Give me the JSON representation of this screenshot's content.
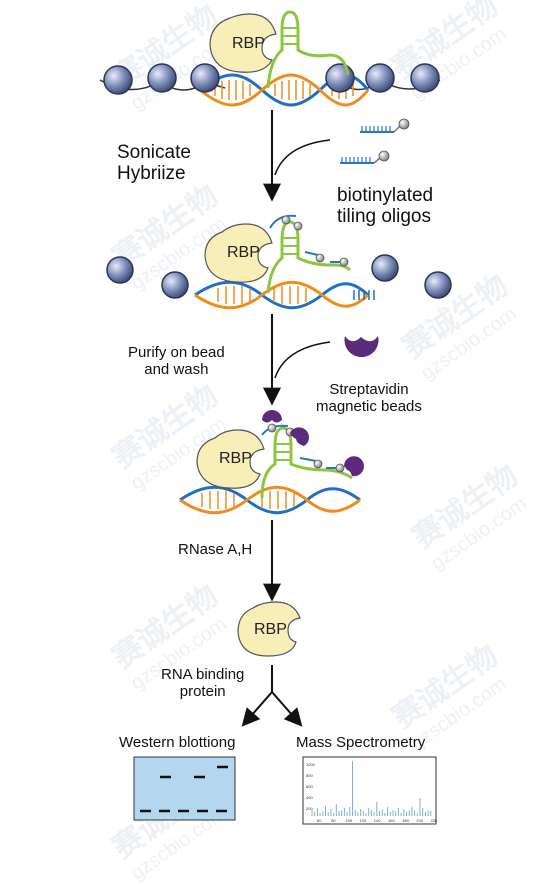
{
  "colors": {
    "rbp_fill": "#f7eeb8",
    "rna_green": "#8cc63f",
    "dna_blue": "#1f6fc4",
    "dna_orange": "#f08c1e",
    "nucleosome": "#5c6ea0",
    "bead_purple": "#5b2b7c",
    "oligo_blue": "#2a76c6",
    "blot_panel": "#b5d6ef",
    "spectrum_bars": "#7fb0dc"
  },
  "stage1": {
    "rbp_label": "RBP"
  },
  "step1": {
    "line1": "Sonicate",
    "line2": "Hybriize"
  },
  "oligos": {
    "line1": "biotinylated",
    "line2": "tiling oligos"
  },
  "stage2": {
    "rbp_label": "RBP"
  },
  "step2": {
    "line1": "Purify on bead",
    "line2": "and wash"
  },
  "beads": {
    "line1": "Streptavidin",
    "line2": "magnetic beads"
  },
  "stage3": {
    "rbp_label": "RBP"
  },
  "step3": {
    "label": "RNase A,H"
  },
  "stage4": {
    "rbp_label": "RBP",
    "caption_line1": "RNA binding",
    "caption_line2": "protein"
  },
  "western": {
    "label": "Western blottiong"
  },
  "mass_spec": {
    "label": "Mass Spectrometry",
    "y_ticks": [
      "1000",
      "800",
      "600",
      "400",
      "200"
    ],
    "x_ticks": [
      "60",
      "80",
      "100",
      "120",
      "140",
      "160",
      "180",
      "200",
      "220"
    ]
  },
  "watermark": {
    "cn": "赛诚生物",
    "en": "gzscbio.com"
  }
}
